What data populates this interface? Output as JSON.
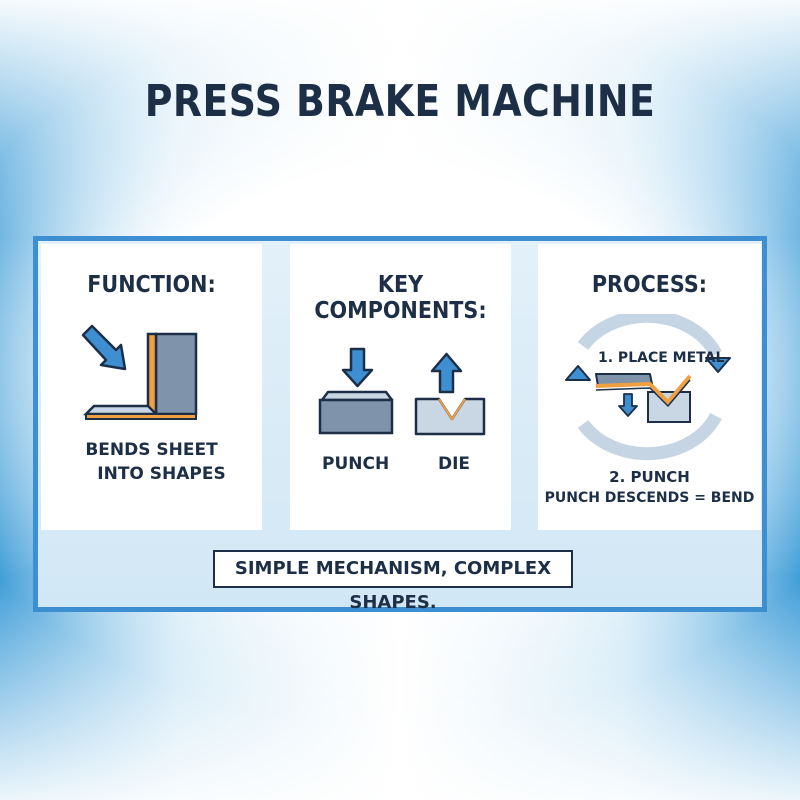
{
  "title": "PRESS BRAKE MACHINE",
  "panels": {
    "function": {
      "heading": "FUNCTION:",
      "line1": "BENDS SHEET",
      "line2": "INTO SHAPES"
    },
    "components": {
      "heading": "KEY COMPONENTS:",
      "punch_label": "PUNCH",
      "die_label": "DIE"
    },
    "process": {
      "heading": "PROCESS:",
      "step1": "1. PLACE METAL",
      "step2": "2. PUNCH",
      "step2_detail": "PUNCH DESCENDS = BEND"
    }
  },
  "tagline": "SIMPLE MECHANISM, COMPLEX SHAPES.",
  "colors": {
    "navy": "#1c2f47",
    "accent_blue": "#3d8fd1",
    "steel": "#7f93ab",
    "orange": "#f0a040"
  },
  "icons": [
    "down-arrow-icon",
    "up-arrow-icon",
    "cycle-arrows-icon",
    "bent-sheet-icon"
  ]
}
